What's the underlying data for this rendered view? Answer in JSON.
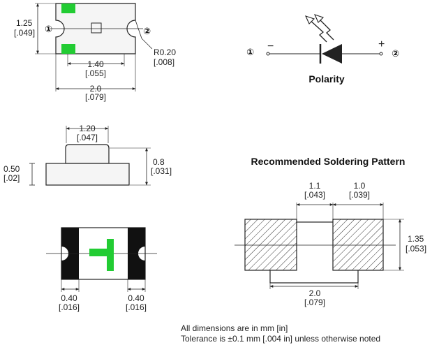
{
  "top_view": {
    "height_mm": "1.25",
    "height_in": "[.049]",
    "pad_spacing_mm": "1.40",
    "pad_spacing_in": "[.055]",
    "length_mm": "2.0",
    "length_in": "[.079]",
    "radius_mm": "R0.20",
    "radius_in": "[.008]",
    "pin1": "①",
    "pin2": "②"
  },
  "polarity": {
    "pin1": "①",
    "pin2": "②",
    "minus": "−",
    "plus": "+",
    "label": "Polarity"
  },
  "side_view": {
    "lens_width_mm": "1.20",
    "lens_width_in": "[.047]",
    "body_height_mm": "0.50",
    "body_height_in": "[.02]",
    "total_height_mm": "0.8",
    "total_height_in": "[.031]"
  },
  "bottom_view": {
    "left_pad_mm": "0.40",
    "left_pad_in": "[.016]",
    "right_pad_mm": "0.40",
    "right_pad_in": "[.016]"
  },
  "soldering": {
    "title": "Recommended Soldering Pattern",
    "gap_mm": "1.1",
    "gap_in": "[.043]",
    "pad_width_mm": "1.0",
    "pad_width_in": "[.039]",
    "pad_height_mm": "1.35",
    "pad_height_in": "[.053]",
    "overall_mm": "2.0",
    "overall_in": "[.079]"
  },
  "notes": {
    "line1": "All dimensions are in mm [in]",
    "line2": "Tolerance is ±0.1 mm [.004 in] unless otherwise noted"
  },
  "colors": {
    "pad_green": "#22cc33",
    "ink": "#222222",
    "body_fill": "#f2f2f2"
  }
}
